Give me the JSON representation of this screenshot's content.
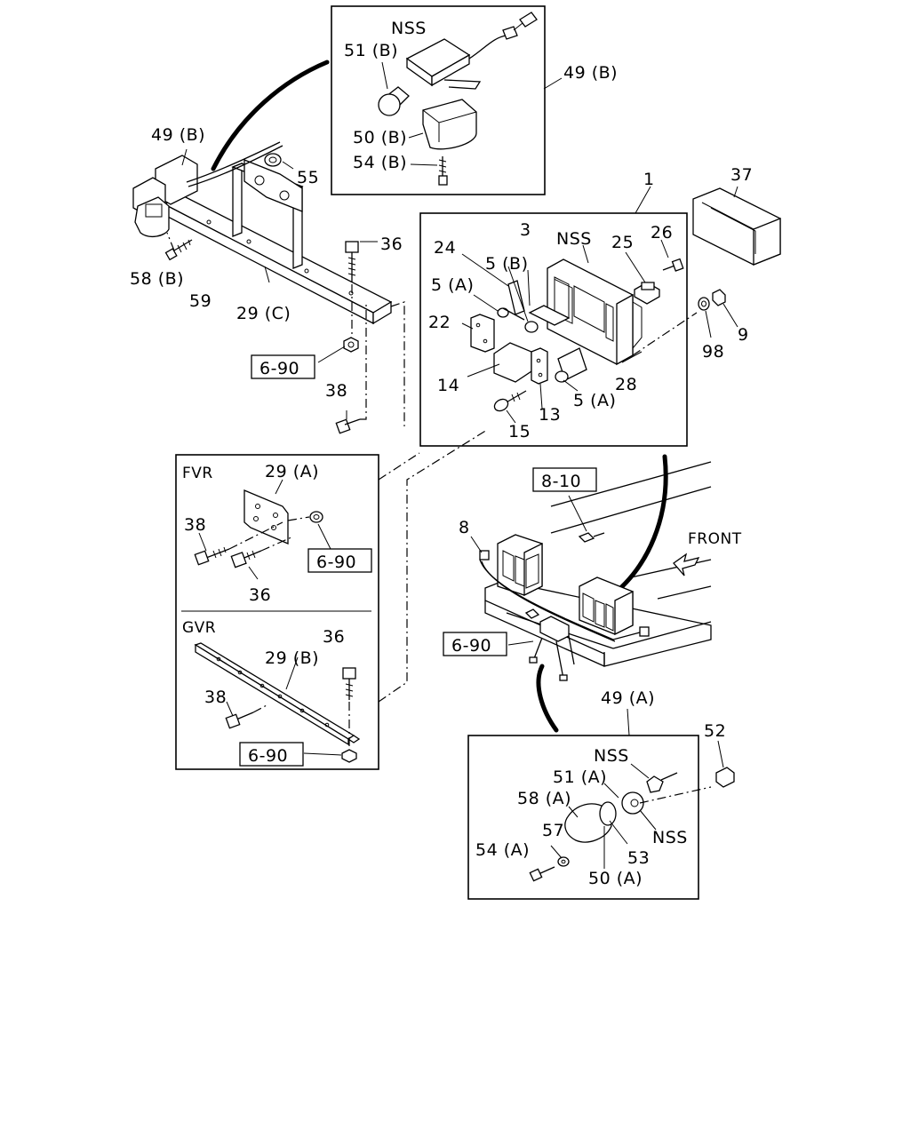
{
  "panels": {
    "fvr_label": "FVR",
    "gvr_label": "GVR"
  },
  "labels": {
    "nss_top": "NSS",
    "p51b": "51 (B)",
    "p49b_box": "49 (B)",
    "p50b": "50 (B)",
    "p54b": "54 (B)",
    "p49b": "49 (B)",
    "p55": "55",
    "p58b": "58 (B)",
    "p59": "59",
    "p29c": "29 (C)",
    "p36_top": "36",
    "p38_top": "38",
    "p1": "1",
    "p37": "37",
    "p3": "3",
    "nss_mid": "NSS",
    "p24": "24",
    "p25": "25",
    "p26": "26",
    "p5b": "5 (B)",
    "p5a_1": "5 (A)",
    "p22": "22",
    "p14": "14",
    "p13": "13",
    "p15": "15",
    "p28": "28",
    "p5a_2": "5 (A)",
    "p98": "98",
    "p9": "9",
    "p29a": "29 (A)",
    "p38_fvr": "38",
    "p36_fvr": "36",
    "p29b": "29 (B)",
    "p36_gvr": "36",
    "p38_gvr": "38",
    "p8": "8",
    "front": "FRONT",
    "p49a": "49 (A)",
    "p52": "52",
    "nss_bot1": "NSS",
    "p51a": "51 (A)",
    "p58a": "58 (A)",
    "nss_bot2": "NSS",
    "p57": "57",
    "p53": "53",
    "p54a": "54 (A)",
    "p50a": "50 (A)"
  },
  "refs": {
    "r690_top": "6-90",
    "r690_fvr": "6-90",
    "r690_gvr": "6-90",
    "r810": "8-10",
    "r690_mid": "6-90"
  }
}
